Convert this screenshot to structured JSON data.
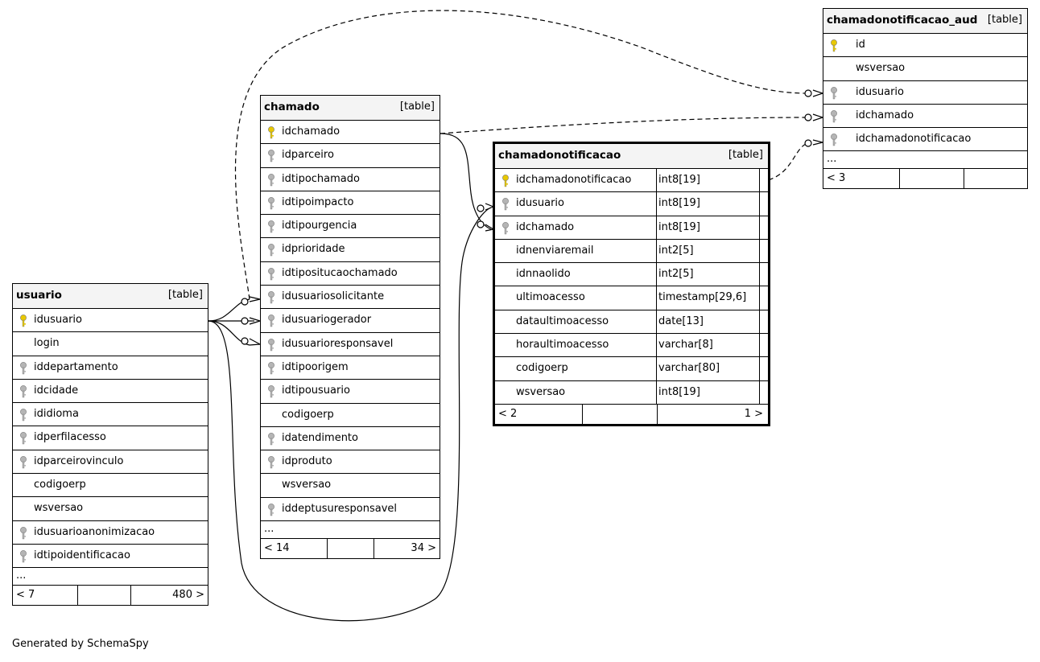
{
  "footer_text": "Generated by SchemaSpy",
  "tables": {
    "usuario": {
      "name": "usuario",
      "tag": "[table]",
      "columns": [
        "idusuario",
        "login",
        "iddepartamento",
        "idcidade",
        "ididioma",
        "idperfilacesso",
        "idparceirovinculo",
        "codigoerp",
        "wsversao",
        "idusuarioanonimizacao",
        "idtipoidentificacao"
      ],
      "keys": [
        "primary",
        "none",
        "foreign",
        "foreign",
        "foreign",
        "foreign",
        "foreign",
        "none",
        "none",
        "foreign",
        "foreign"
      ],
      "more": "...",
      "parents": "< 7",
      "children": "480 >"
    },
    "chamado": {
      "name": "chamado",
      "tag": "[table]",
      "columns": [
        "idchamado",
        "idparceiro",
        "idtipochamado",
        "idtipoimpacto",
        "idtipourgencia",
        "idprioridade",
        "idtipositucaochamado",
        "idusuariosolicitante",
        "idusuariogerador",
        "idusuarioresponsavel",
        "idtipoorigem",
        "idtipousuario",
        "codigoerp",
        "idatendimento",
        "idproduto",
        "wsversao",
        "iddeptusuresponsavel"
      ],
      "keys": [
        "primary",
        "foreign",
        "foreign",
        "foreign",
        "foreign",
        "foreign",
        "foreign",
        "foreign",
        "foreign",
        "foreign",
        "foreign",
        "foreign",
        "none",
        "foreign",
        "foreign",
        "none",
        "foreign"
      ],
      "more": "...",
      "parents": "< 14",
      "children": "34 >"
    },
    "chamadonotificacao": {
      "name": "chamadonotificacao",
      "tag": "[table]",
      "columns": [
        "idchamadonotificacao",
        "idusuario",
        "idchamado",
        "idnenviaremail",
        "idnnaolido",
        "ultimoacesso",
        "dataultimoacesso",
        "horaultimoacesso",
        "codigoerp",
        "wsversao"
      ],
      "types": [
        "int8[19]",
        "int8[19]",
        "int8[19]",
        "int2[5]",
        "int2[5]",
        "timestamp[29,6]",
        "date[13]",
        "varchar[8]",
        "varchar[80]",
        "int8[19]"
      ],
      "keys": [
        "primary",
        "foreign",
        "foreign",
        "none",
        "none",
        "none",
        "none",
        "none",
        "none",
        "none"
      ],
      "parents": "< 2",
      "children": "1 >"
    },
    "chamadonotificacao_aud": {
      "name": "chamadonotificacao_aud",
      "tag": "[table]",
      "columns": [
        "id",
        "wsversao",
        "idusuario",
        "idchamado",
        "idchamadonotificacao"
      ],
      "keys": [
        "primary",
        "none",
        "foreign",
        "foreign",
        "foreign"
      ],
      "more": "...",
      "parents": "< 3",
      "children": ""
    }
  }
}
